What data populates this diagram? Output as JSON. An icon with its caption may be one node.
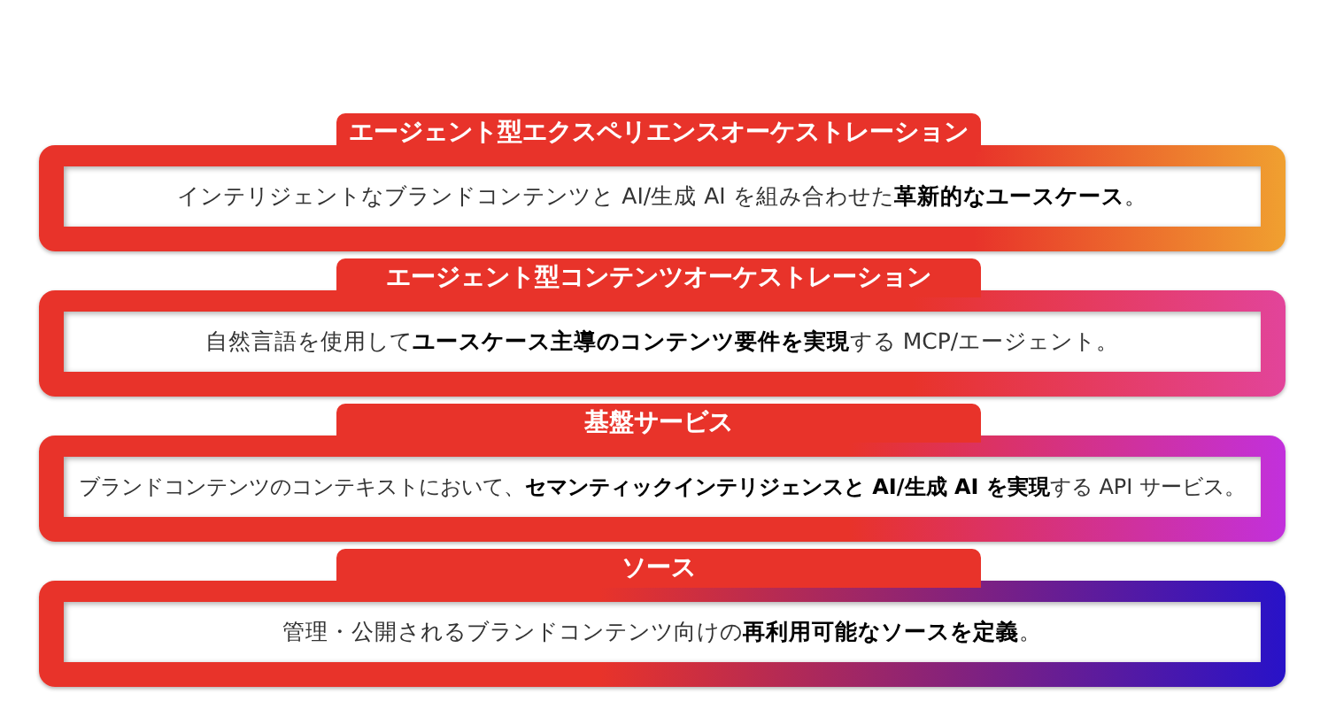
{
  "diagram": {
    "nodes": [
      {
        "text": [
          "エージェント型エクスペリエンスオーケストレーション"
        ]
      },
      {
        "text": [
          "インテリジェントなブランドコンテンツと AI/生成 AI を組み合わせた**革新的なユースケース**。"
        ]
      },
      {
        "text": [
          "エージェント型コンテンツオーケストレーション"
        ]
      },
      {
        "text": [
          "自然言語を使用して**ユースケース主導のコンテンツ要件を実現**する MCP/エージェント。"
        ]
      },
      {
        "text": [
          "基盤サービス"
        ]
      },
      {
        "text": [
          "ブランドコンテンツのコンテキストにおいて、**セマンティックインテリジェンスと AI/生成 AI を実現**する API サービス。"
        ]
      },
      {
        "text": [
          "ソース"
        ]
      },
      {
        "text": [
          "管理・公開されるブランドコンテンツ向けの**再利用可能なソースを定義**。"
        ]
      }
    ]
  }
}
